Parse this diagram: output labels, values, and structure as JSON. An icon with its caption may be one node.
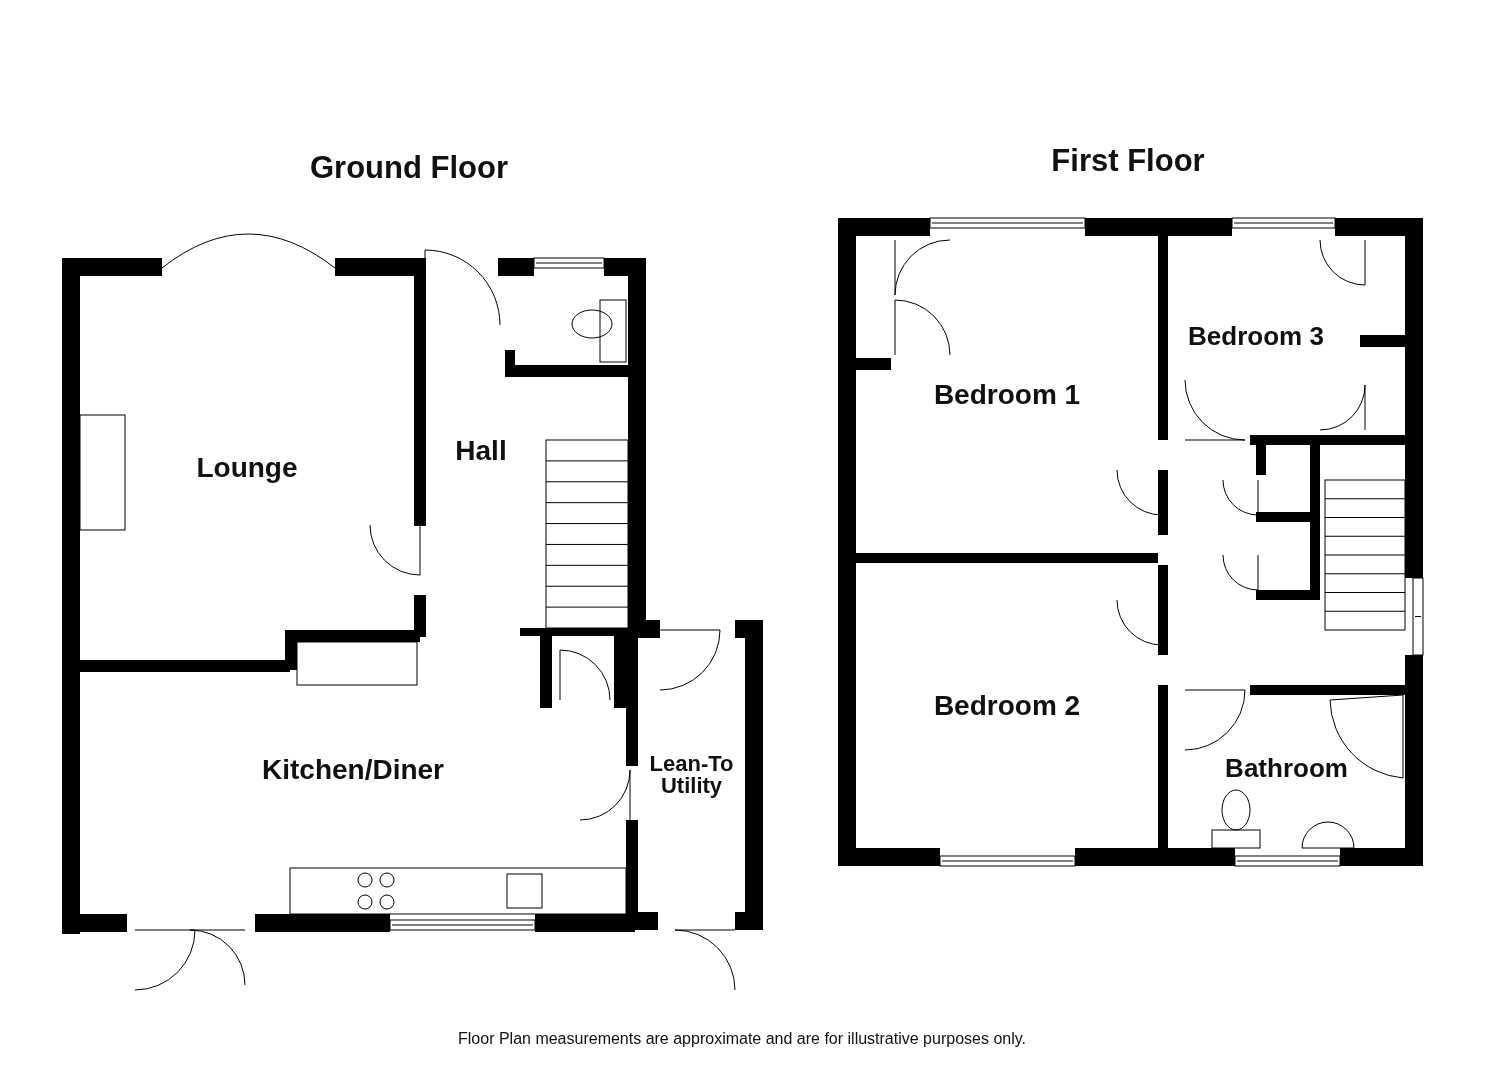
{
  "diagram": {
    "caption": "Floor Plan measurements are approximate and are for illustrative purposes only.",
    "nodes": [
      {
        "text": [
          "Lounge"
        ]
      },
      {
        "text": [
          "Hall"
        ]
      },
      {
        "text": [
          "Kitchen/Diner"
        ]
      },
      {
        "text": [
          "Lean-To Utility"
        ]
      },
      {
        "text": [
          "Bedroom 1"
        ]
      },
      {
        "text": [
          "Bedroom 3"
        ]
      },
      {
        "text": [
          "Bedroom 2"
        ]
      },
      {
        "text": [
          "Bathroom"
        ]
      }
    ],
    "labels": [
      "Ground Floor",
      "First Floor"
    ]
  }
}
